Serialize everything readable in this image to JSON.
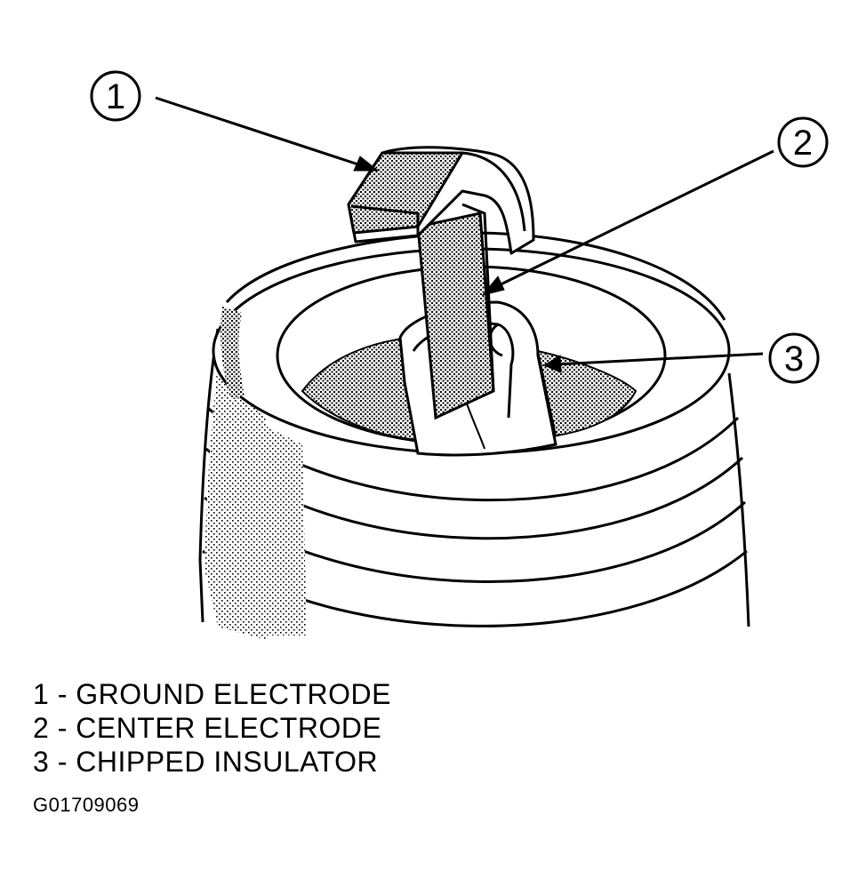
{
  "callouts": [
    {
      "number": "1",
      "target": "ground-electrode"
    },
    {
      "number": "2",
      "target": "center-electrode"
    },
    {
      "number": "3",
      "target": "chipped-insulator"
    }
  ],
  "legend": [
    "1 - GROUND ELECTRODE",
    "2 - CENTER ELECTRODE",
    "3 - CHIPPED INSULATOR"
  ],
  "figure_id": "G01709069",
  "colors": {
    "line": "#000000",
    "background": "#ffffff",
    "shading": "#8a8a8a"
  }
}
